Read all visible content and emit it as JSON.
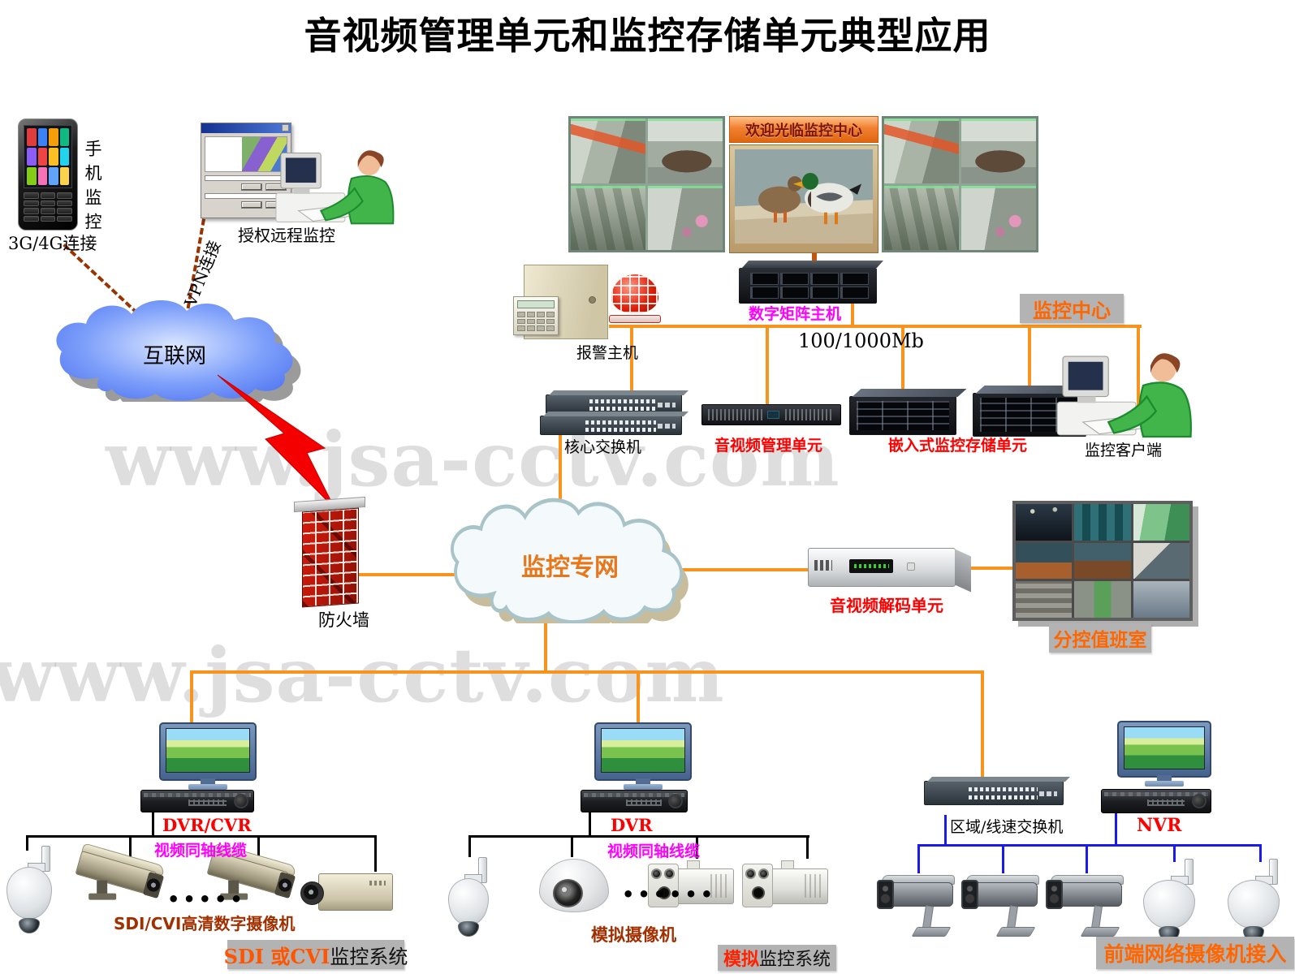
{
  "title": "音视频管理单元和监控存储单元典型应用",
  "watermark": {
    "text": "www.jsa-cctv.com"
  },
  "remote_access": {
    "phone_caption": "手机监控",
    "phone_link_label": "3G/4G连接",
    "pc_caption": "授权远程监控",
    "vpn_link_label": "VPN连接"
  },
  "networks": {
    "internet_label": "互联网",
    "surveillance_net_label": "监控专网",
    "firewall_label": "防火墙",
    "bandwidth_label": "100/1000Mb"
  },
  "monitoring_center": {
    "zone_label": "监控中心",
    "welcome_banner": "欢迎光临监控中心",
    "matrix_host_label": "数字矩阵主机",
    "alarm_host_label": "报警主机",
    "core_switch_label": "核心交换机",
    "av_mgmt_label": "音视频管理单元",
    "storage_label": "嵌入式监控存储单元",
    "client_label": "监控客户端"
  },
  "branch": {
    "decoder_label": "音视频解码单元",
    "room_label": "分控值班室"
  },
  "sdi_system": {
    "recorder_label": "DVR/CVR",
    "cable_label": "视频同轴线缆",
    "camera_label": "SDI/CVI高清数字摄像机",
    "dots": "•••••",
    "name_accent": "SDI 或CVI",
    "name_rest": "监控系统"
  },
  "analog_system": {
    "recorder_label": "DVR",
    "cable_label": "视频同轴线缆",
    "camera_label": "模拟摄像机",
    "dots": "••••••",
    "name_accent": "模拟",
    "name_rest": "监控系统"
  },
  "ip_system": {
    "switch_label": "区域/线速交换机",
    "recorder_label": "NVR",
    "name": "前端网络摄像机接入"
  },
  "colors": {
    "bus_orange": "#F7941D",
    "matrix_link_orange": "#c4560b",
    "link_blue": "#1a1aee",
    "link_black": "#000000",
    "dashed_link_brown": "#993300",
    "label_red": "#ff0000",
    "label_magenta": "#ff00ff",
    "label_brown": "#a03000",
    "zone_box_gray": "#b3b3b3",
    "zone_text_orange": "#ff6600"
  }
}
